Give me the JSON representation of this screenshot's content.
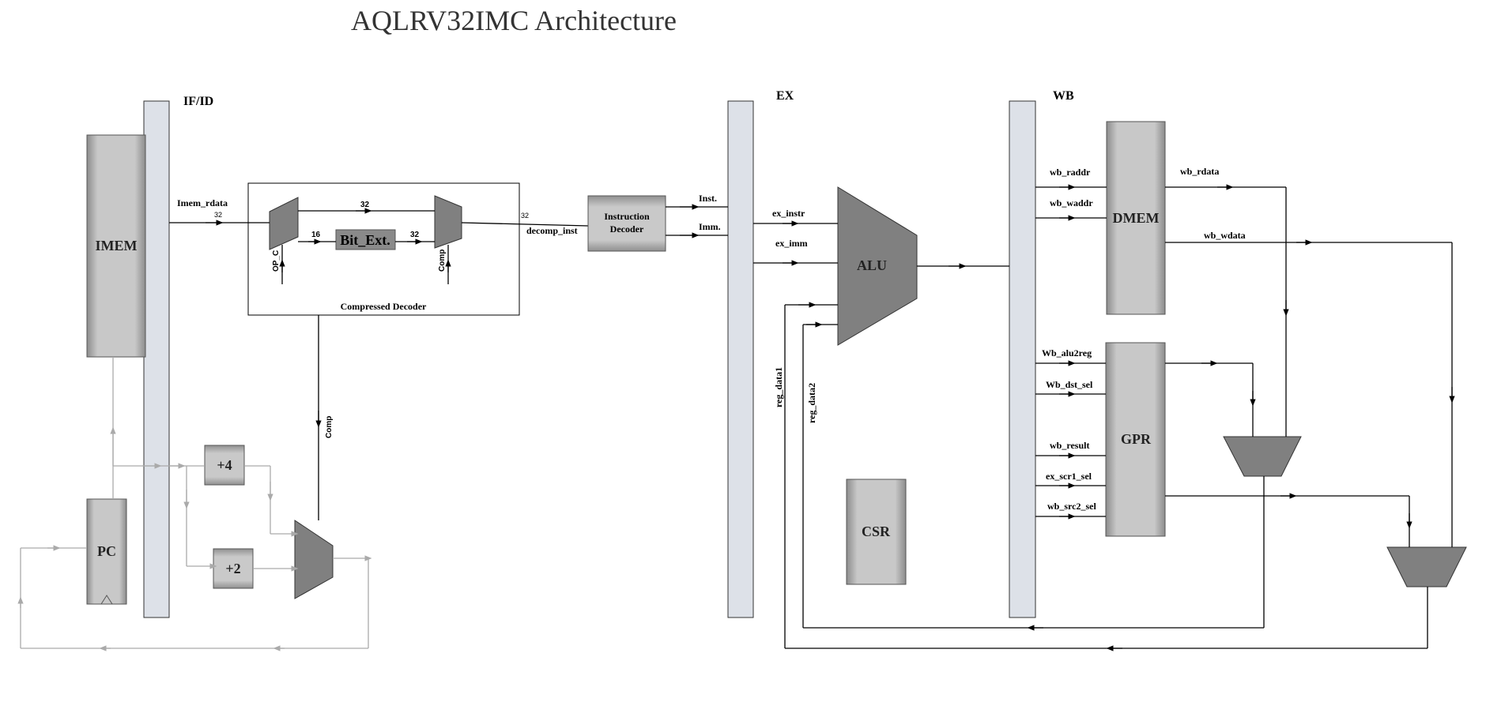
{
  "title": "AQLRV32IMC Architecture",
  "stages": {
    "ifid": "IF/ID",
    "ex": "EX",
    "wb": "WB"
  },
  "blocks": {
    "imem": "IMEM",
    "pc": "PC",
    "plus4": "+4",
    "plus2": "+2",
    "bit_ext": "Bit_Ext.",
    "compressed_decoder": "Compressed Decoder",
    "instruction_decoder_line1": "Instruction",
    "instruction_decoder_line2": "Decoder",
    "alu": "ALU",
    "csr": "CSR",
    "dmem": "DMEM",
    "gpr": "GPR"
  },
  "signals": {
    "imem_rdata": "Imem_rdata",
    "width_32_a": "32",
    "width_32_b": "32",
    "width_16": "16",
    "width_32_c": "32",
    "width_32_d": "32",
    "op_c": "OP_C",
    "comp_mux": "Comp",
    "comp_wire": "Comp",
    "decomp_inst": "decomp_inst",
    "inst": "Inst.",
    "imm": "Imm.",
    "ex_instr": "ex_instr",
    "ex_imm": "ex_imm",
    "reg_data1": "reg_data1",
    "reg_data2": "reg_data2",
    "wb_raddr": "wb_raddr",
    "wb_waddr": "wb_waddr",
    "wb_rdata": "wb_rdata",
    "wb_wdata": "wb_wdata",
    "wb_alu2reg": "Wb_alu2reg",
    "wb_dst_sel": "Wb_dst_sel",
    "wb_result": "wb_result",
    "ex_scr1_sel": "ex_scr1_sel",
    "wb_src2_sel": "wb_src2_sel"
  }
}
